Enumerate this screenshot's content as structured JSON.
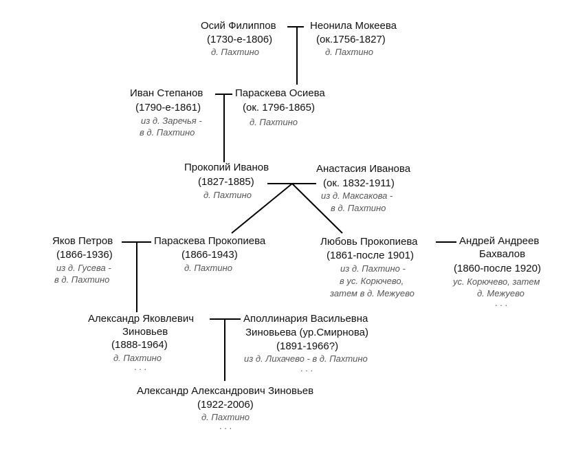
{
  "persons": {
    "osiy": {
      "name": "Осий Филиппов",
      "dates": "(1730-е-1806)",
      "place": "д. Пахтино"
    },
    "neonila": {
      "name": "Неонила Мокеева",
      "dates": "(ок.1756-1827)",
      "place": "д. Пахтино"
    },
    "ivan": {
      "name": "Иван Степанов",
      "dates": "(1790-е-1861)",
      "place1": "из д. Заречья -",
      "place2": "в д. Пахтино"
    },
    "paraskeva_o": {
      "name": "Параскева Осиева",
      "dates": "(ок. 1796-1865)",
      "place": "д. Пахтино"
    },
    "prokopiy": {
      "name": "Прокопий Иванов",
      "dates": "(1827-1885)",
      "place": "д. Пахтино"
    },
    "anastasia": {
      "name": "Анастасия Иванова",
      "dates": "(ок. 1832-1911)",
      "place1": "из д. Максакова -",
      "place2": "в д. Пахтино"
    },
    "yakov": {
      "name": "Яков Петров",
      "dates": "(1866-1936)",
      "place1": "из д. Гусева -",
      "place2": "в д. Пахтино"
    },
    "paraskeva_p": {
      "name": "Параскева Прокопиева",
      "dates": "(1866-1943)",
      "place": "д. Пахтино"
    },
    "lyubov": {
      "name": "Любовь Прокопиева",
      "dates": "(1861-после 1901)",
      "place1": "из д. Пахтино -",
      "place2": "в ус. Корючево,",
      "place3": "затем в д. Межуево"
    },
    "andrey": {
      "name1": "Андрей Андреев",
      "name2": "Бахвалов",
      "dates": "(1860-после 1920)",
      "place1": "ус. Корючево, затем",
      "place2": "д. Межуево",
      "more": ". . ."
    },
    "aleksandr_ya": {
      "name1": "Александр Яковлевич",
      "name2": "Зиновьев",
      "dates": "(1888-1964)",
      "place": "д. Пахтино",
      "more": ". . ."
    },
    "apollinaria": {
      "name1": "Аполлинария Васильевна",
      "name2": "Зиновьева (ур.Смирнова)",
      "dates": "(1891-1966?)",
      "place": "из д. Лихачево - в д. Пахтино",
      "more": ". . ."
    },
    "aleksandr_a": {
      "name": "Александр Александрович Зиновьев",
      "dates": "(1922-2006)",
      "place": "д. Пахтино",
      "more": ". . ."
    }
  }
}
